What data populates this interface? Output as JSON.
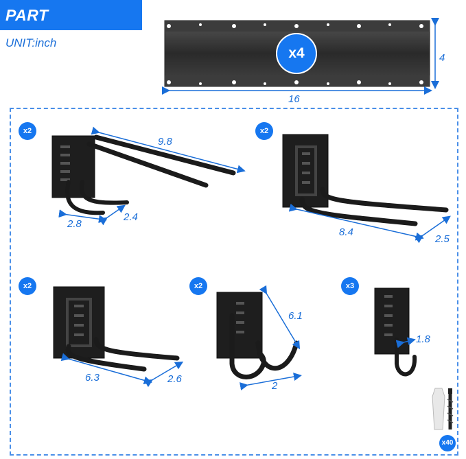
{
  "header": {
    "title": "PART DIMENSIONS",
    "unit": "UNIT:inch"
  },
  "rail": {
    "quantity": "x4",
    "length": "16",
    "height": "4"
  },
  "hooks": [
    {
      "quantity": "x2",
      "dims": [
        "9.8",
        "2.8",
        "2.4"
      ]
    },
    {
      "quantity": "x2",
      "dims": [
        "8.4",
        "2.5"
      ]
    },
    {
      "quantity": "x2",
      "dims": [
        "6.3",
        "2.6"
      ]
    },
    {
      "quantity": "x2",
      "dims": [
        "6.1",
        "2"
      ]
    },
    {
      "quantity": "x3",
      "dims": [
        "1.8"
      ]
    }
  ],
  "screws": {
    "quantity": "x40"
  },
  "colors": {
    "accent": "#1677f0",
    "dimension": "#1a6ed8",
    "metal": "#1b1b1b"
  }
}
